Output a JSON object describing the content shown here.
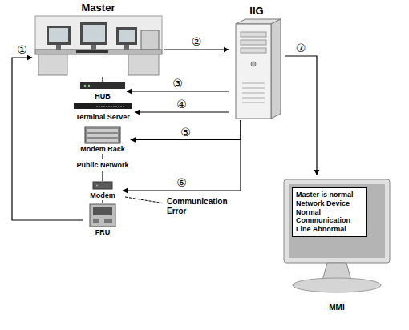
{
  "diagram": {
    "nodes": [
      {
        "text": [
          "Master"
        ]
      },
      {
        "text": [
          "IIG"
        ]
      },
      {
        "text": [
          "HUB"
        ]
      },
      {
        "text": [
          "Terminal Server"
        ]
      },
      {
        "text": [
          "Modem Rack"
        ]
      },
      {
        "text": [
          "Public Network"
        ]
      },
      {
        "text": [
          "Modem"
        ]
      },
      {
        "text": [
          "FRU"
        ]
      },
      {
        "text": [
          "MMI"
        ]
      },
      {
        "text": [
          "Master is normal",
          "Network Device Normal",
          "Communication Line Abnormal"
        ],
        "in": 8
      }
    ],
    "edges": [
      {
        "from": 7,
        "to": 0,
        "arrow": "to",
        "label": "①"
      },
      {
        "from": 0,
        "to": 1,
        "arrow": "to",
        "label": "②"
      },
      {
        "from": 1,
        "to": 2,
        "arrow": "to",
        "label": "③"
      },
      {
        "from": 1,
        "to": 3,
        "arrow": "to",
        "label": "④"
      },
      {
        "from": 1,
        "to": 4,
        "arrow": "to",
        "label": "⑤"
      },
      {
        "from": 1,
        "to": 6,
        "arrow": "to",
        "label": "⑥"
      },
      {
        "from": 1,
        "to": 8,
        "arrow": "to",
        "label": "⑦"
      },
      {
        "from": 0,
        "to": 2,
        "arrow": "none"
      },
      {
        "from": 4,
        "to": 5,
        "arrow": "none"
      },
      {
        "from": 5,
        "to": 6,
        "arrow": "none"
      },
      {
        "from": 6,
        "to": 7,
        "arrow": "none"
      }
    ],
    "labels": [
      "Communication Error"
    ]
  }
}
